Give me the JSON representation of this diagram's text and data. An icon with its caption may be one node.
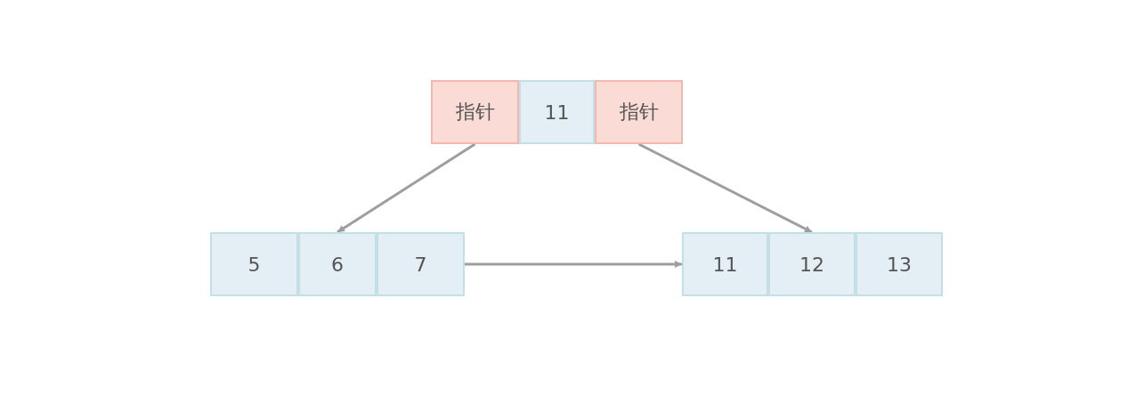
{
  "diagram": {
    "nodes": [
      {
        "text": [
          "指针"
        ]
      },
      {
        "text": [
          "11"
        ]
      },
      {
        "text": [
          "指针"
        ]
      },
      {
        "text": [
          "5"
        ]
      },
      {
        "text": [
          "6"
        ]
      },
      {
        "text": [
          "7"
        ]
      },
      {
        "text": [
          "11"
        ]
      },
      {
        "text": [
          "12"
        ]
      },
      {
        "text": [
          "13"
        ]
      }
    ],
    "edges": [
      {
        "from": 0,
        "to": 4,
        "arrow": "to"
      },
      {
        "from": 2,
        "to": 7,
        "arrow": "to"
      },
      {
        "from": 5,
        "to": 6,
        "arrow": "to"
      }
    ]
  }
}
